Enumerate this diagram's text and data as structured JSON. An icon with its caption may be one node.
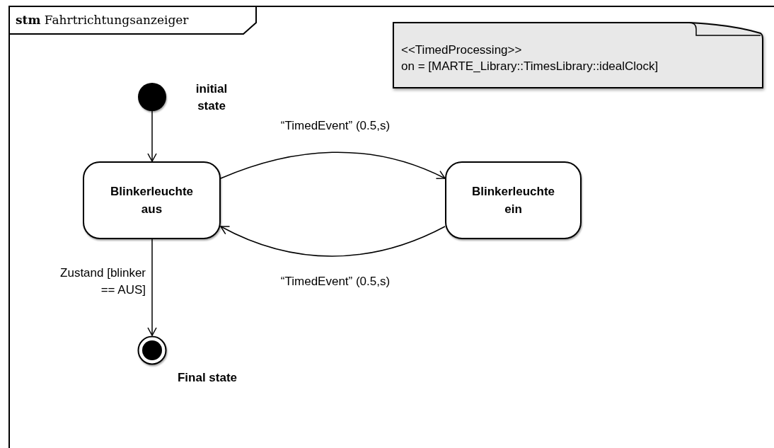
{
  "diagram": {
    "nodes": [
      {
        "text": [
          "**stm** Fahrtrichtungsanzeiger"
        ]
      },
      {
        "text": [
          "<<TimedProcessing>>",
          "on = [MARTE_Library::TimesLibrary::idealClock]"
        ],
        "in": 0
      },
      {
        "text": [],
        "shape": "circle",
        "beside": [
          "initial state"
        ],
        "in": 0
      },
      {
        "text": [
          "Blinkerleuchte aus"
        ],
        "in": 0
      },
      {
        "text": [
          "Blinkerleuchte ein"
        ],
        "in": 0
      },
      {
        "text": [],
        "shape": "circle",
        "beside": [
          "Final state"
        ],
        "in": 0
      }
    ],
    "edges": [
      {
        "from": 2,
        "to": 3,
        "arrow": "to"
      },
      {
        "from": 3,
        "to": 4,
        "arrow": "to",
        "label": "“TimedEvent” (0.5,s)"
      },
      {
        "from": 4,
        "to": 3,
        "arrow": "to",
        "label": "“TimedEvent” (0.5,s)"
      },
      {
        "from": 3,
        "to": 5,
        "arrow": "to",
        "label": "Zustand [blinker == AUS]"
      }
    ]
  }
}
